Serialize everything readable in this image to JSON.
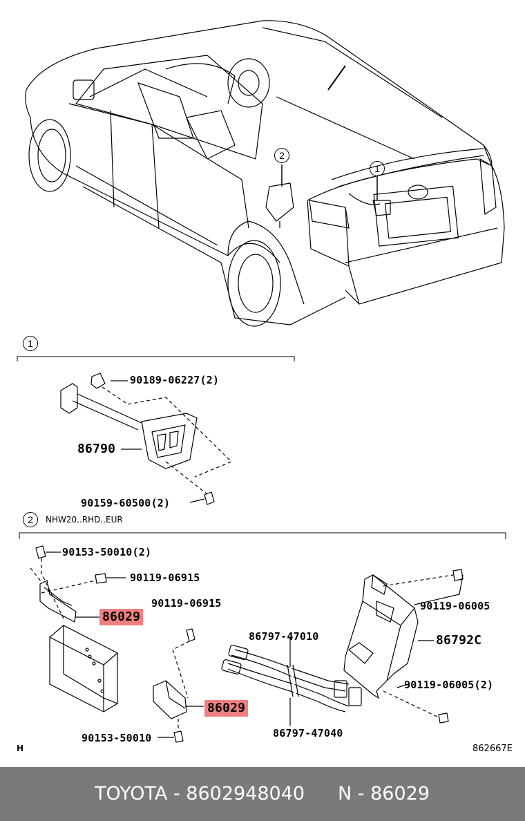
{
  "diagram": {
    "callout_1": "1",
    "callout_2": "2",
    "section1": {
      "marker": "1",
      "labels": {
        "p90189": "90189-06227(2)",
        "p86790": "86790",
        "p90159": "90159-60500(2)"
      }
    },
    "section2": {
      "marker": "2",
      "subtitle": "NHW20..RHD..EUR",
      "labels": {
        "p90153a": "90153-50010(2)",
        "p90119a": "90119-06915",
        "p86029a": "86029",
        "p90119b": "90119-06915",
        "p86029b": "86029",
        "p90153b": "90153-50010",
        "p86797a": "86797-47010",
        "p86797b": "86797-47040",
        "p90119c": "90119-06005",
        "p86792": "86792C",
        "p90119d": "90119-06005(2)"
      }
    },
    "corner_left": "H",
    "diagram_code": "862667E",
    "highlight_color": "#f08080"
  },
  "footer": {
    "brand": "TOYOTA - 8602948040",
    "part": "N - 86029",
    "background": "#7a7a7a"
  }
}
